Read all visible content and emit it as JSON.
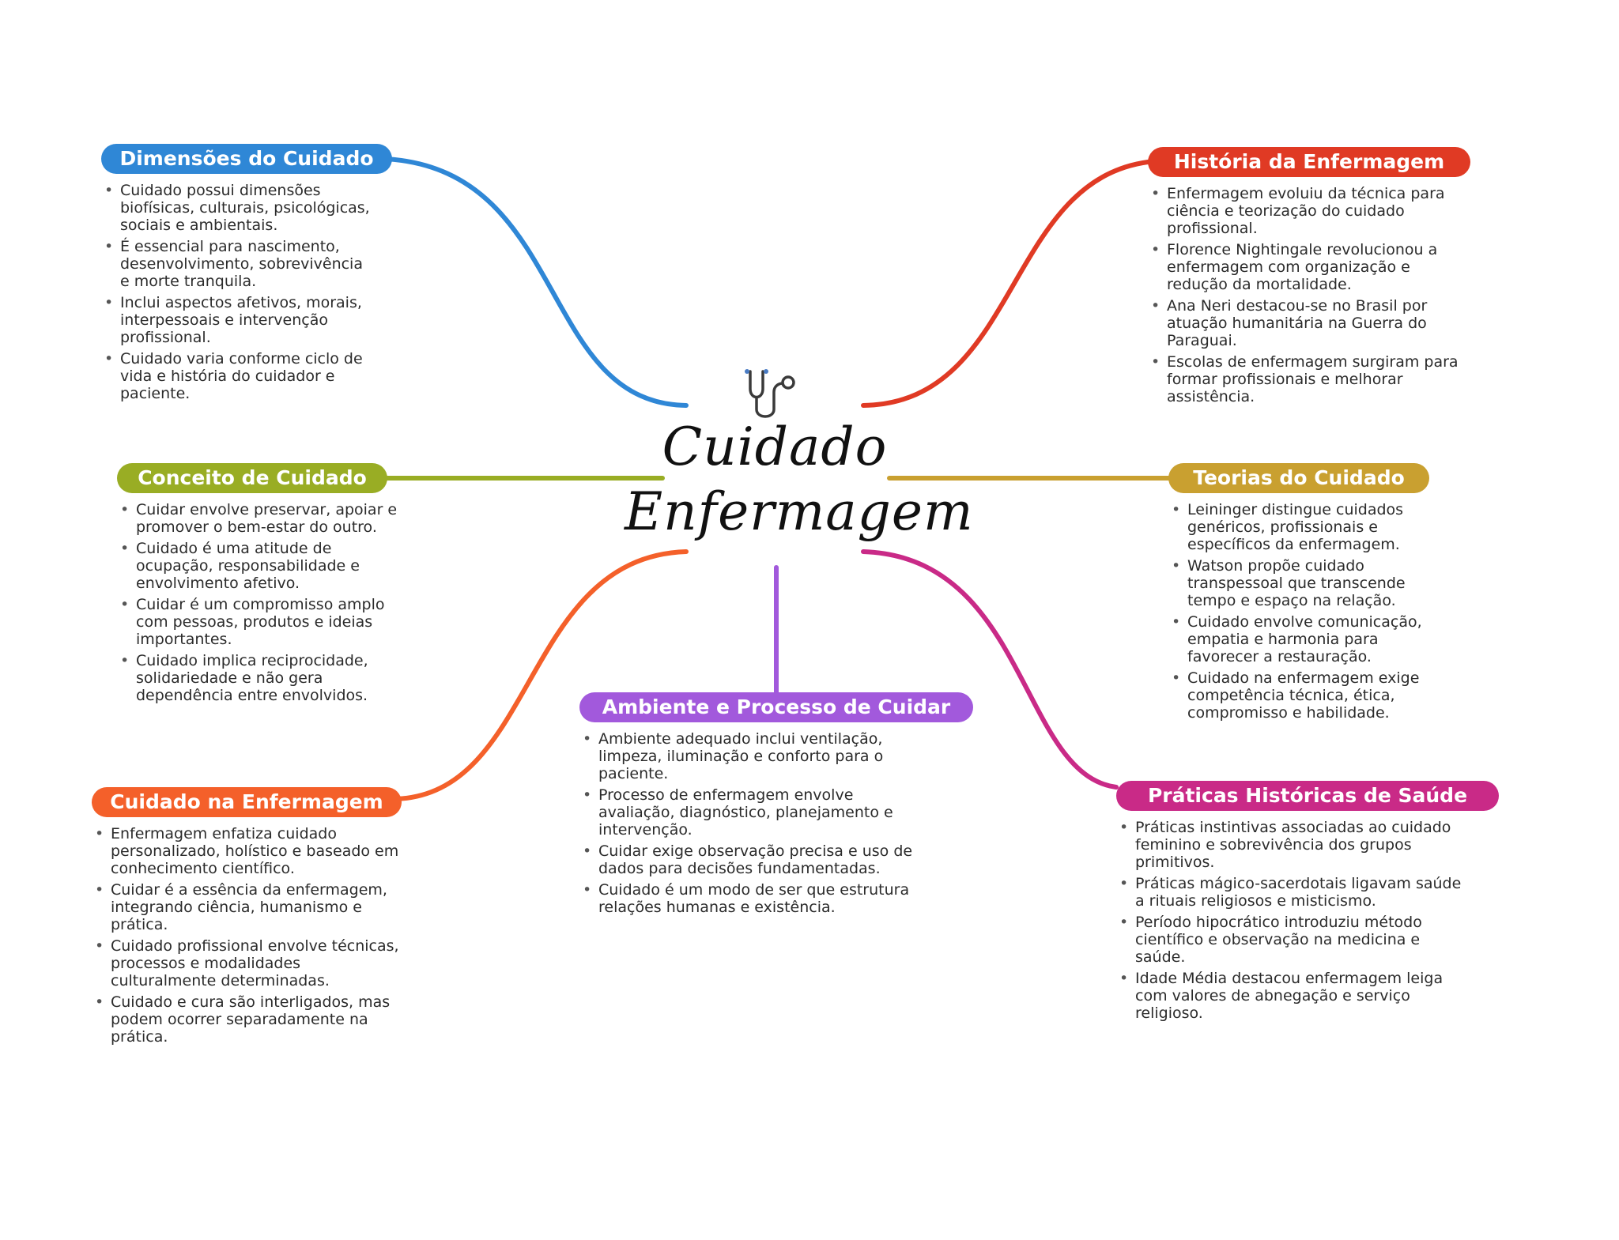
{
  "center": {
    "icon": "stethoscope-icon",
    "title_line1": "Cuidado",
    "title_line2": "Enfermagem"
  },
  "branches": {
    "dimensoes": {
      "title": "Dimensões do Cuidado",
      "color": "#2f87d6",
      "items": [
        "Cuidado possui dimensões biofísicas, culturais, psicológicas, sociais e ambientais.",
        "É essencial para nascimento, desenvolvimento, sobrevivência e morte tranquila.",
        "Inclui aspectos afetivos, morais, interpessoais e intervenção profissional.",
        "Cuidado varia conforme ciclo de vida e história do cuidador e paciente."
      ]
    },
    "historia": {
      "title": "História da Enfermagem",
      "color": "#e03a24",
      "items": [
        "Enfermagem evoluiu da técnica para ciência e teorização do cuidado profissional.",
        "Florence Nightingale revolucionou a enfermagem com organização e redução da mortalidade.",
        "Ana Neri destacou-se no Brasil por atuação humanitária na Guerra do Paraguai.",
        "Escolas de enfermagem surgiram para formar profissionais e melhorar assistência."
      ]
    },
    "conceito": {
      "title": "Conceito de Cuidado",
      "color": "#99ad24",
      "items": [
        "Cuidar envolve preservar, apoiar e promover o bem-estar do outro.",
        "Cuidado é uma atitude de ocupação, responsabilidade e envolvimento afetivo.",
        "Cuidar é um compromisso amplo com pessoas, produtos e ideias importantes.",
        "Cuidado implica reciprocidade, solidariedade e não gera dependência entre envolvidos."
      ]
    },
    "teorias": {
      "title": "Teorias do Cuidado",
      "color": "#c9a030",
      "items": [
        "Leininger distingue cuidados genéricos, profissionais e específicos da enfermagem.",
        "Watson propõe cuidado transpessoal que transcende tempo e espaço na relação.",
        "Cuidado envolve comunicação, empatia e harmonia para favorecer a restauração.",
        "Cuidado na enfermagem exige competência técnica, ética, compromisso e habilidade."
      ]
    },
    "ambiente": {
      "title": "Ambiente e Processo de Cuidar",
      "color": "#a259dc",
      "items": [
        "Ambiente adequado inclui ventilação, limpeza, iluminação e conforto para o paciente.",
        "Processo de enfermagem envolve avaliação, diagnóstico, planejamento e intervenção.",
        "Cuidar exige observação precisa e uso de dados para decisões fundamentadas.",
        "Cuidado é um modo de ser que estrutura relações humanas e existência."
      ]
    },
    "cuidado_enf": {
      "title": "Cuidado na Enfermagem",
      "color": "#f4602a",
      "items": [
        "Enfermagem enfatiza cuidado personalizado, holístico e baseado em conhecimento científico.",
        "Cuidar é a essência da enfermagem, integrando ciência, humanismo e prática.",
        "Cuidado profissional envolve técnicas, processos e modalidades culturalmente determinadas.",
        "Cuidado e cura são interligados, mas podem ocorrer separadamente na prática."
      ]
    },
    "praticas": {
      "title": "Práticas Históricas de Saúde",
      "color": "#c92a87",
      "items": [
        "Práticas instintivas associadas ao cuidado feminino e sobrevivência dos grupos primitivos.",
        "Práticas mágico-sacerdotais ligavam saúde a rituais religiosos e misticismo.",
        "Período hipocrático introduziu método científico e observação na medicina e saúde.",
        "Idade Média destacou enfermagem leiga com valores de abnegação e serviço religioso."
      ]
    }
  }
}
